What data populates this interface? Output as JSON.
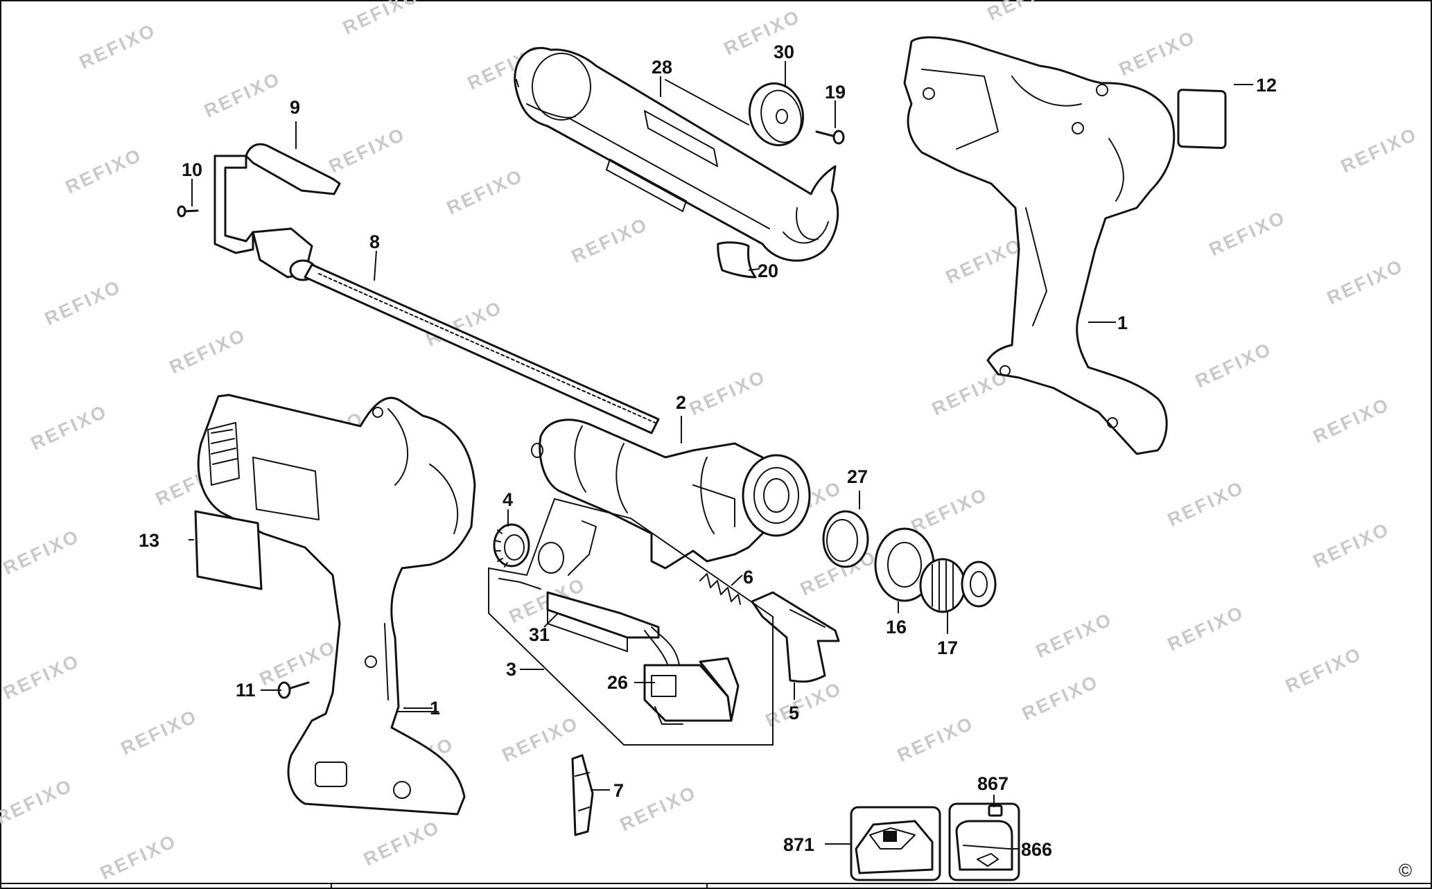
{
  "watermark": "REFIXO",
  "copyright": "©",
  "labels": {
    "p1a": "1",
    "p1b": "1",
    "p2": "2",
    "p3": "3",
    "p4": "4",
    "p5": "5",
    "p6": "6",
    "p7": "7",
    "p8": "8",
    "p9": "9",
    "p10": "10",
    "p11": "11",
    "p12": "12",
    "p13": "13",
    "p16": "16",
    "p17": "17",
    "p19": "19",
    "p20": "20",
    "p26": "26",
    "p27": "27",
    "p28": "28",
    "p30": "30",
    "p31": "31",
    "p866": "866",
    "p867": "867",
    "p871": "871"
  }
}
